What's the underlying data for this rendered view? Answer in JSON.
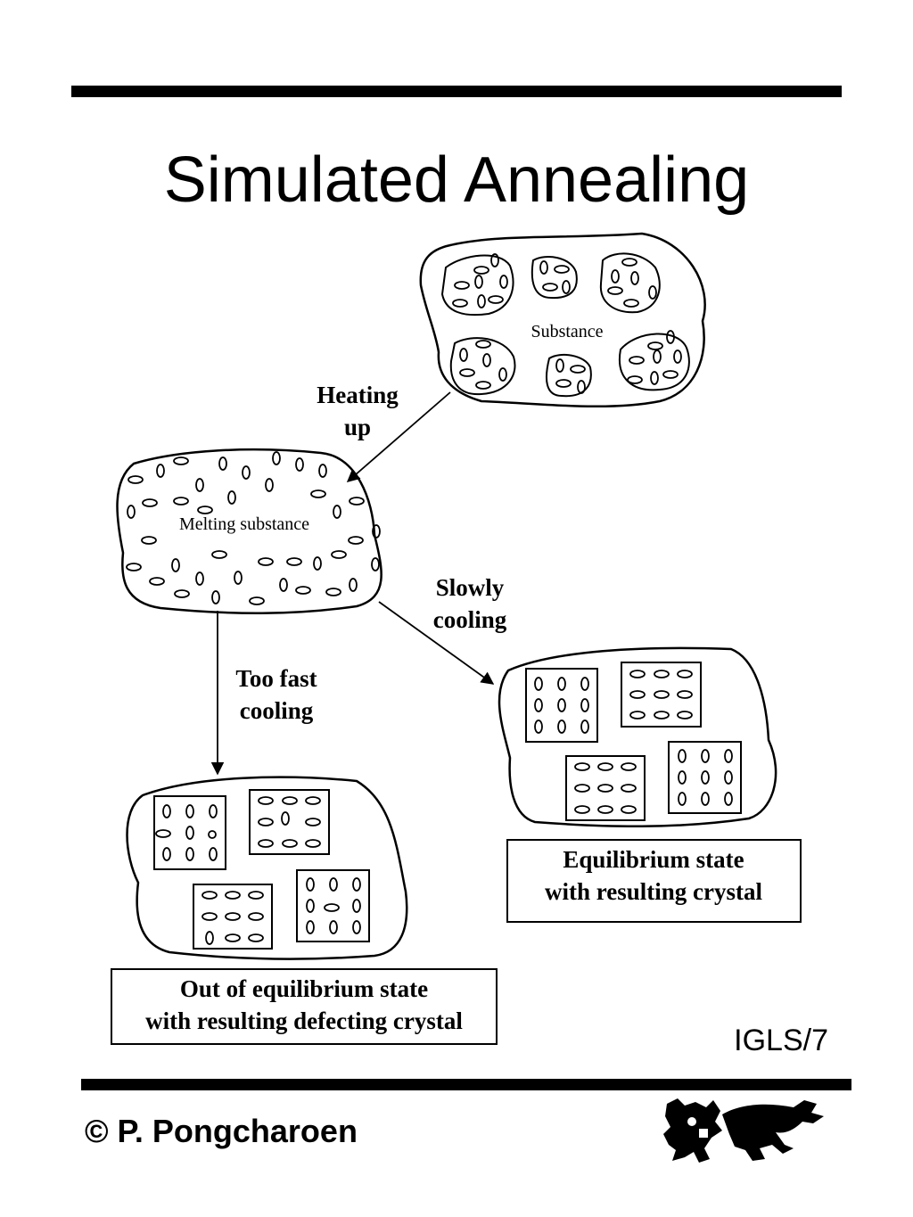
{
  "title": "Simulated Annealing",
  "labels": {
    "substance": "Substance",
    "melting": "Melting substance",
    "heating_1": "Heating",
    "heating_2": "up",
    "slowly_1": "Slowly",
    "slowly_2": "cooling",
    "toofast_1": "Too fast",
    "toofast_2": "cooling",
    "equilibrium_1": "Equilibrium state",
    "equilibrium_2": "with resulting crystal",
    "out_1": "Out of equilibrium state",
    "out_2": "with resulting defecting crystal"
  },
  "slide_id": "IGLS/7",
  "author": "© P. Pongcharoen",
  "logo_icon": "lion-crest-icon"
}
